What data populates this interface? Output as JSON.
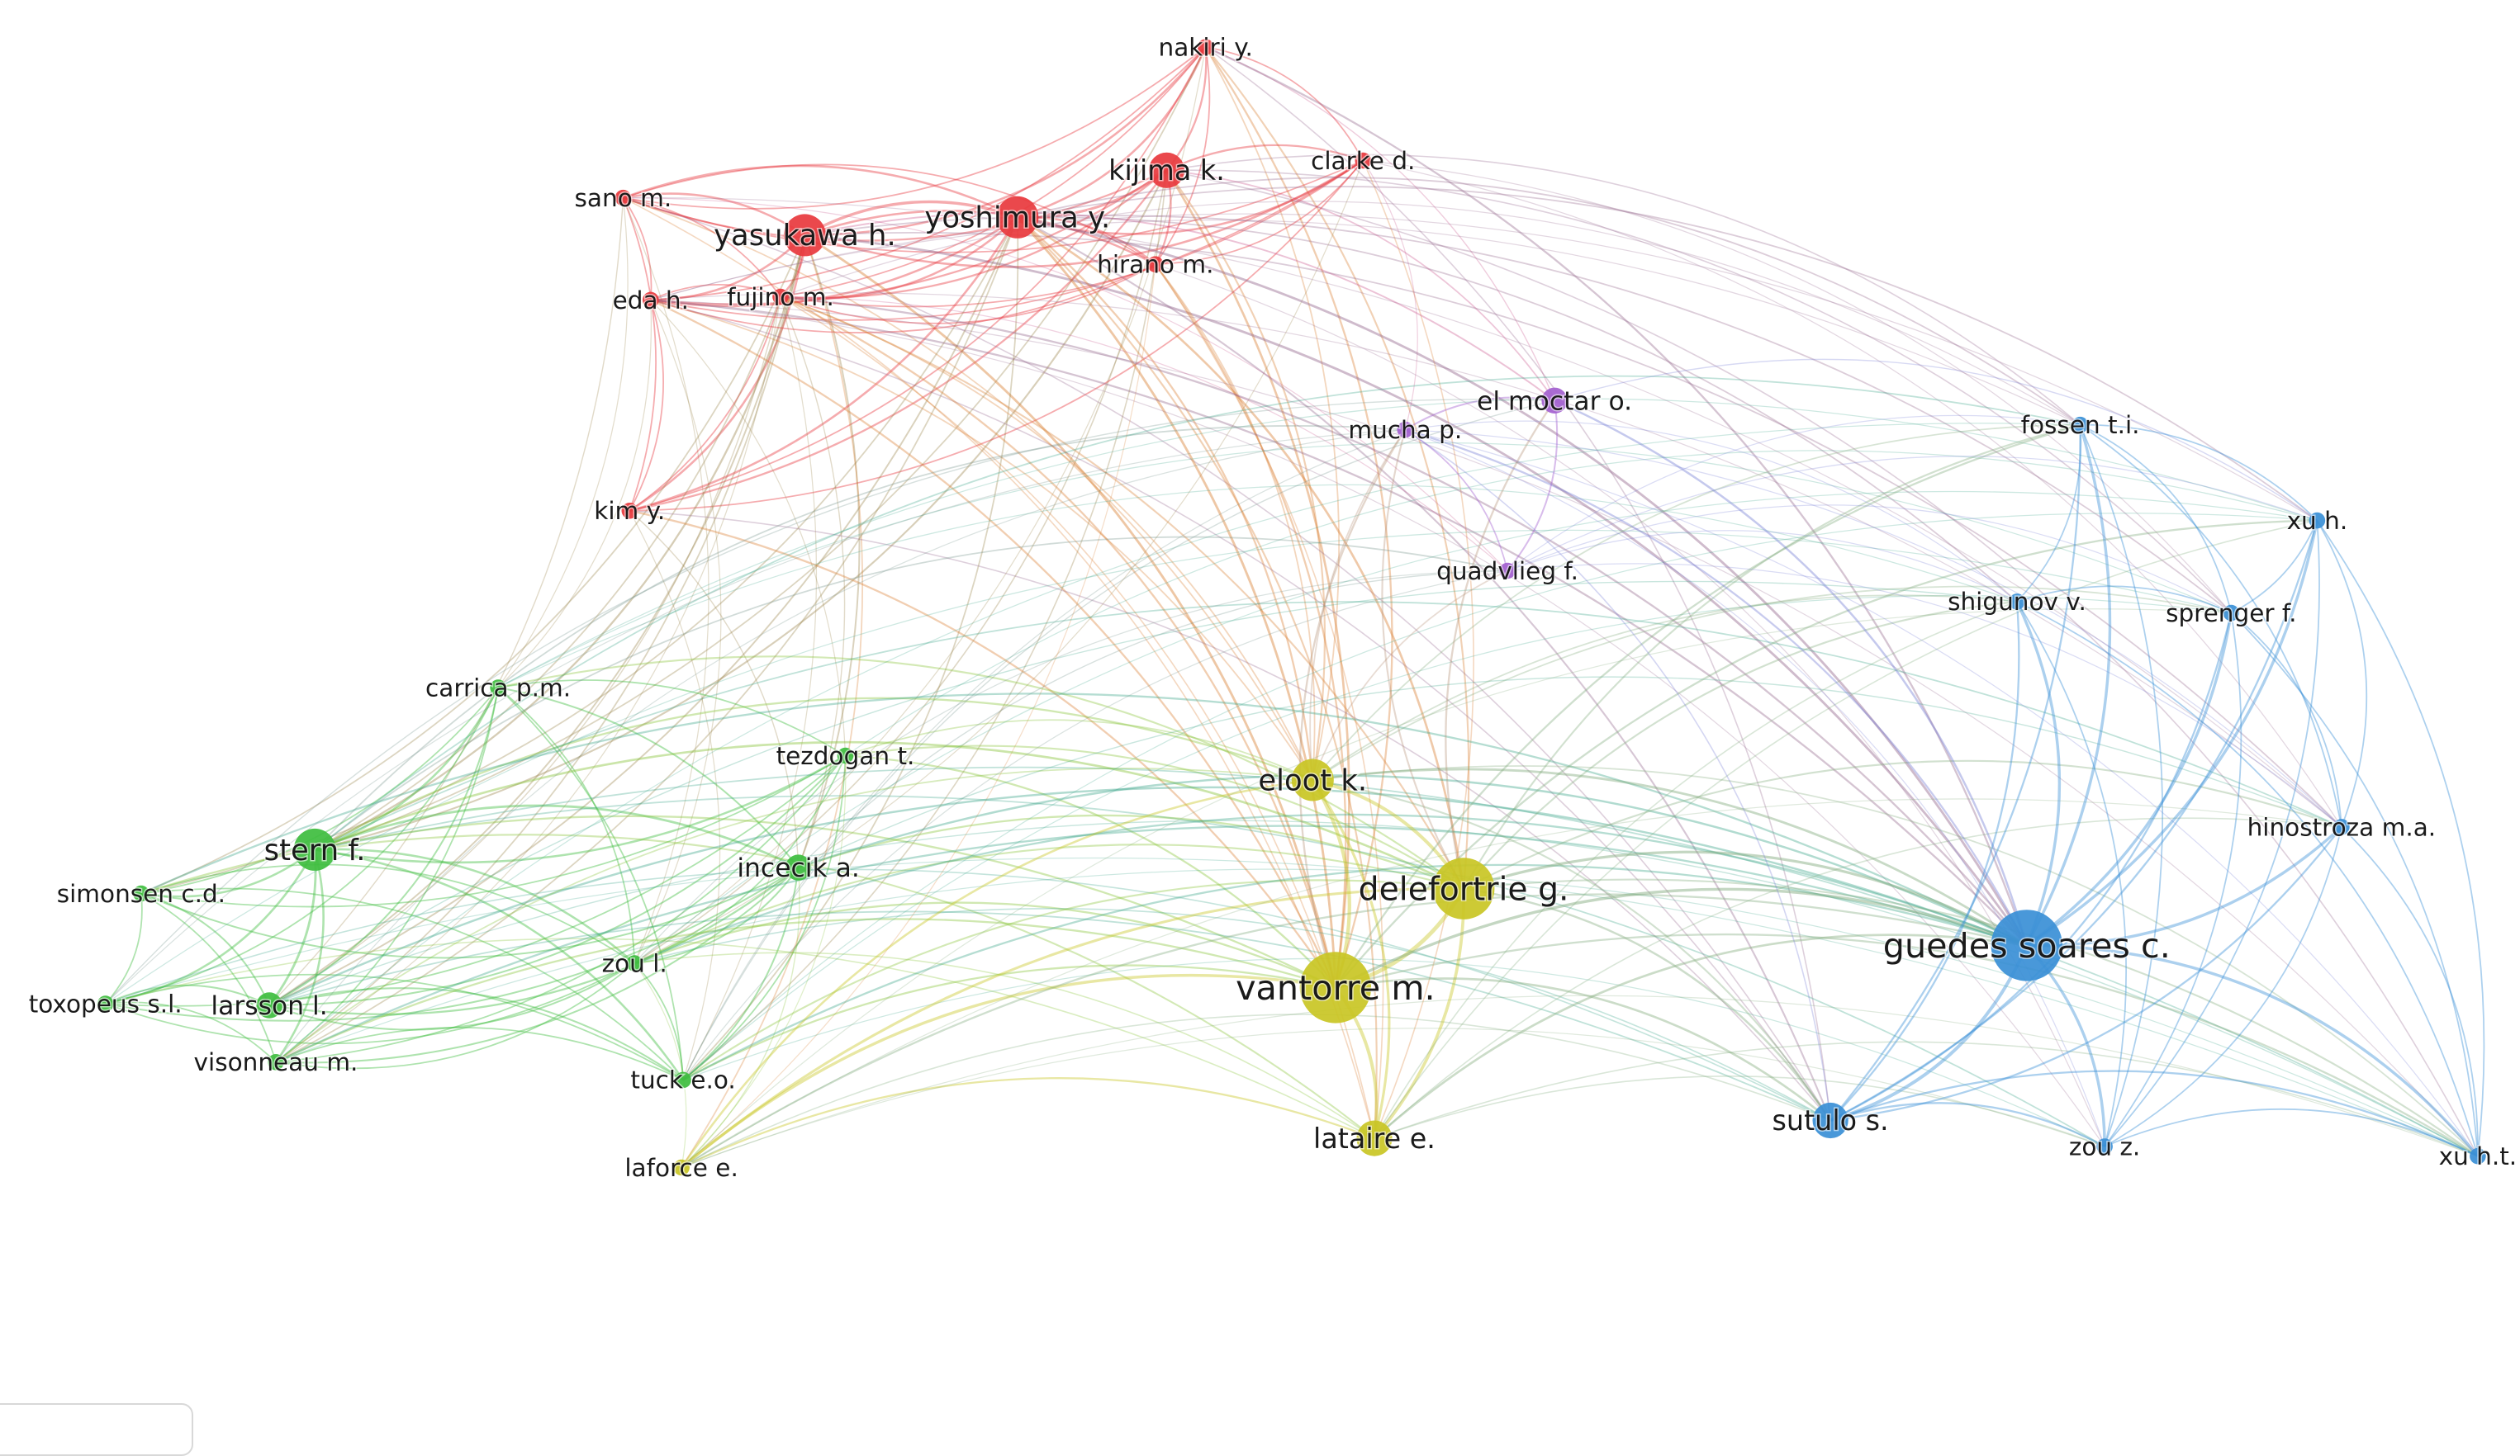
{
  "map": {
    "clusters": [
      {
        "id": 1,
        "color": "#e8383d"
      },
      {
        "id": 2,
        "color": "#3ebd3e"
      },
      {
        "id": 3,
        "color": "#c9c624"
      },
      {
        "id": 4,
        "color": "#3a8fd6"
      },
      {
        "id": 5,
        "color": "#a35fcf"
      }
    ],
    "nodes": [
      {
        "id": "nakiri",
        "label": "nakiri y.",
        "cluster": 1,
        "weight": 1
      },
      {
        "id": "kijima",
        "label": "kijima k.",
        "cluster": 1,
        "weight": 3
      },
      {
        "id": "clarke",
        "label": "clarke d.",
        "cluster": 1,
        "weight": 1
      },
      {
        "id": "sano",
        "label": "sano m.",
        "cluster": 1,
        "weight": 1
      },
      {
        "id": "yasukawa",
        "label": "yasukawa h.",
        "cluster": 1,
        "weight": 4
      },
      {
        "id": "yoshimura",
        "label": "yoshimura y.",
        "cluster": 1,
        "weight": 4
      },
      {
        "id": "hirano",
        "label": "hirano m.",
        "cluster": 1,
        "weight": 1
      },
      {
        "id": "eda",
        "label": "eda h.",
        "cluster": 1,
        "weight": 1
      },
      {
        "id": "fujino",
        "label": "fujino m.",
        "cluster": 1,
        "weight": 1
      },
      {
        "id": "kim",
        "label": "kim y.",
        "cluster": 1,
        "weight": 1
      },
      {
        "id": "carrica",
        "label": "carrica p.m.",
        "cluster": 2,
        "weight": 1
      },
      {
        "id": "tezdogan",
        "label": "tezdogan t.",
        "cluster": 2,
        "weight": 1
      },
      {
        "id": "stern",
        "label": "stern f.",
        "cluster": 2,
        "weight": 4
      },
      {
        "id": "incecik",
        "label": "incecik a.",
        "cluster": 2,
        "weight": 2
      },
      {
        "id": "simonsen",
        "label": "simonsen c.d.",
        "cluster": 2,
        "weight": 1
      },
      {
        "id": "zoul",
        "label": "zou l.",
        "cluster": 2,
        "weight": 1
      },
      {
        "id": "toxopeus",
        "label": "toxopeus s.l.",
        "cluster": 2,
        "weight": 1
      },
      {
        "id": "larsson",
        "label": "larsson l.",
        "cluster": 2,
        "weight": 2
      },
      {
        "id": "visonneau",
        "label": "visonneau m.",
        "cluster": 2,
        "weight": 1
      },
      {
        "id": "tuck",
        "label": "tuck e.o.",
        "cluster": 2,
        "weight": 1
      },
      {
        "id": "laforce",
        "label": "laforce e.",
        "cluster": 3,
        "weight": 1
      },
      {
        "id": "eloot",
        "label": "eloot k.",
        "cluster": 3,
        "weight": 4
      },
      {
        "id": "delefortrie",
        "label": "delefortrie g.",
        "cluster": 3,
        "weight": 6
      },
      {
        "id": "vantorre",
        "label": "vantorre m.",
        "cluster": 3,
        "weight": 7
      },
      {
        "id": "lataire",
        "label": "lataire e.",
        "cluster": 3,
        "weight": 3
      },
      {
        "id": "mucha",
        "label": "mucha p.",
        "cluster": 5,
        "weight": 1
      },
      {
        "id": "elmoctar",
        "label": "el moctar o.",
        "cluster": 5,
        "weight": 2
      },
      {
        "id": "quadvlieg",
        "label": "quadvlieg f.",
        "cluster": 5,
        "weight": 1
      },
      {
        "id": "fossen",
        "label": "fossen t.i.",
        "cluster": 4,
        "weight": 1
      },
      {
        "id": "xuh",
        "label": "xu h.",
        "cluster": 4,
        "weight": 1
      },
      {
        "id": "shigunov",
        "label": "shigunov v.",
        "cluster": 4,
        "weight": 1
      },
      {
        "id": "sprenger",
        "label": "sprenger f.",
        "cluster": 4,
        "weight": 1
      },
      {
        "id": "hinostroza",
        "label": "hinostroza m.a.",
        "cluster": 4,
        "weight": 1
      },
      {
        "id": "guedes",
        "label": "guedes soares c.",
        "cluster": 4,
        "weight": 7
      },
      {
        "id": "sutulo",
        "label": "sutulo s.",
        "cluster": 4,
        "weight": 3
      },
      {
        "id": "zouz",
        "label": "zou z.",
        "cluster": 4,
        "weight": 1
      },
      {
        "id": "xuht",
        "label": "xu h.t.",
        "cluster": 4,
        "weight": 1
      }
    ]
  }
}
